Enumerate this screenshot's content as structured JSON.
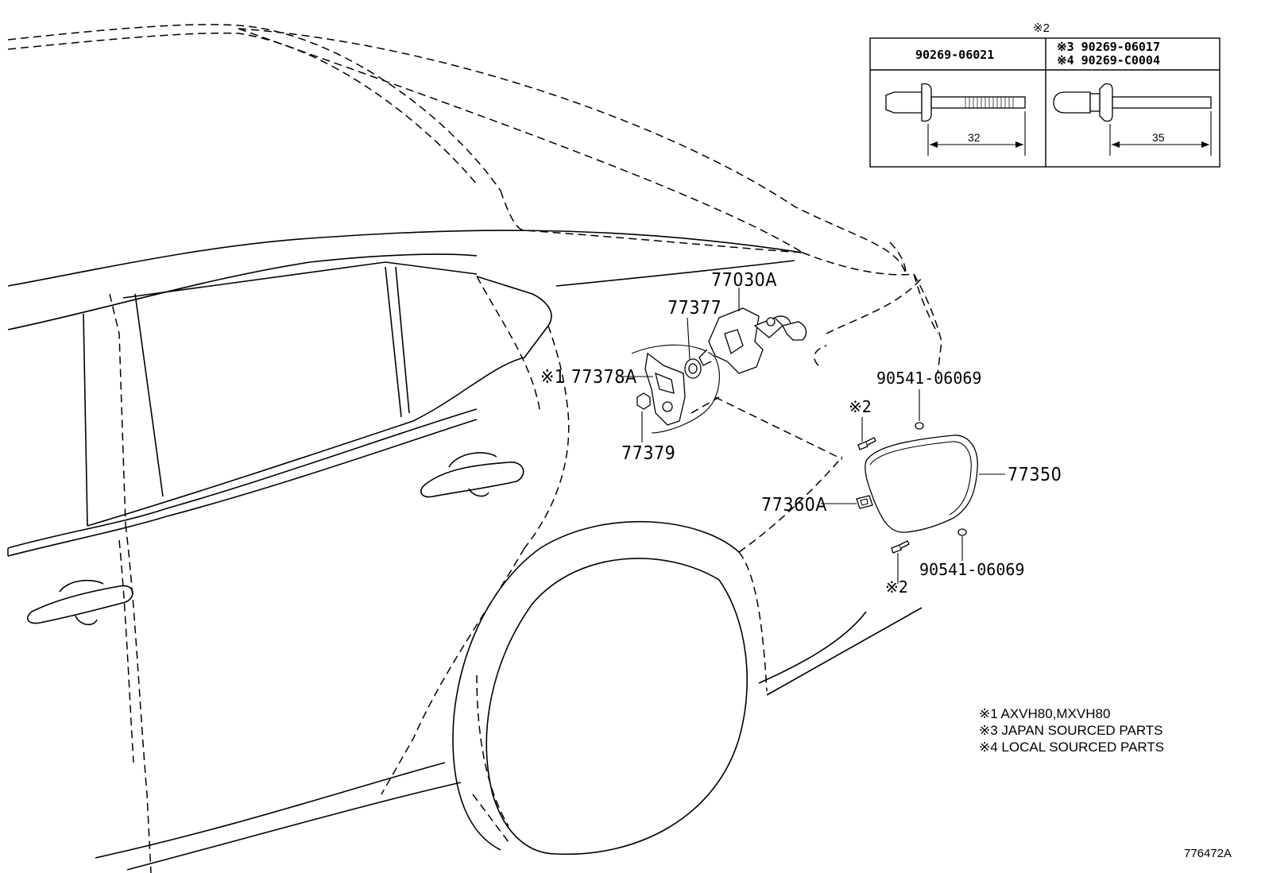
{
  "labels": {
    "p77030a": "77030A",
    "p77377": "77377",
    "p77378a": "※1 77378A",
    "p77379": "77379",
    "p90541_top": "90541-06069",
    "p90541_bottom": "90541-06069",
    "p77350": "77350",
    "p77360a": "77360A",
    "rivet_top": "※2",
    "rivet_bottom": "※2"
  },
  "fastener_table": {
    "heading": "※2",
    "col1_part": "90269-06021",
    "col2_part_line1": "※3 90269-06017",
    "col2_part_line2": "※4 90269-C0004",
    "col1_length": "32",
    "col2_length": "35"
  },
  "notes": [
    "※1 AXVH80,MXVH80",
    "※3 JAPAN SOURCED PARTS",
    "※4 LOCAL SOURCED PARTS"
  ],
  "reference": "776472A"
}
